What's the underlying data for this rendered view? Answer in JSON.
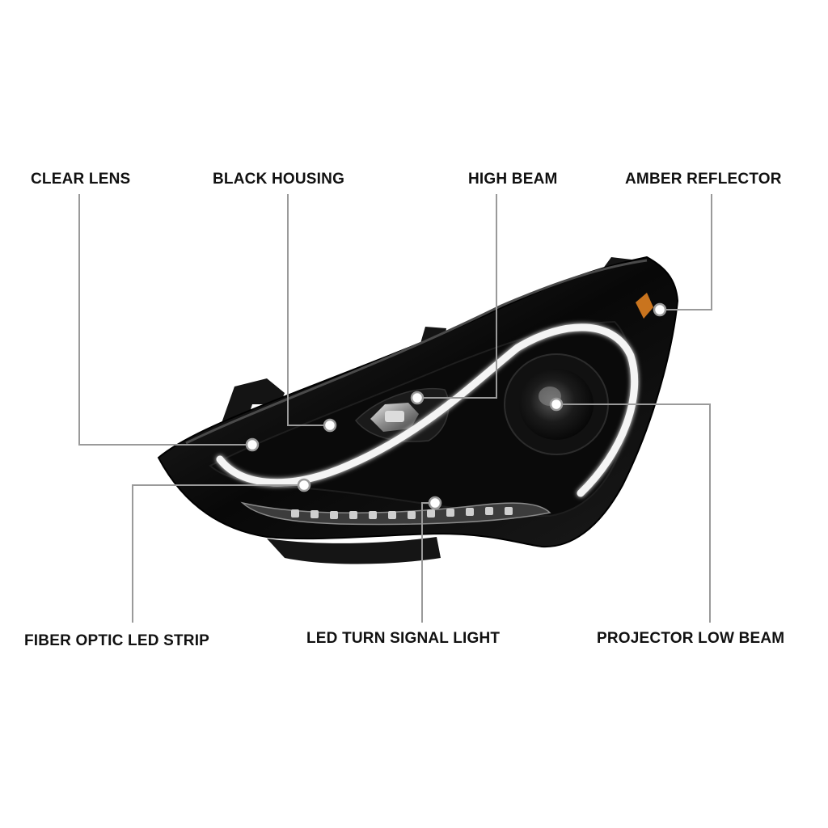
{
  "callouts": {
    "clear_lens": "CLEAR LENS",
    "black_housing": "BLACK HOUSING",
    "high_beam": "HIGH BEAM",
    "amber_reflector": "AMBER REFLECTOR",
    "fiber_optic_led_strip": "FIBER OPTIC LED STRIP",
    "led_turn_signal_light": "LED TURN SIGNAL LIGHT",
    "projector_low_beam": "PROJECTOR LOW BEAM"
  },
  "colors": {
    "leader_line": "#9a9a9a",
    "housing": "#0c0c0c",
    "amber": "#c9741e",
    "led_glow": "#f4f4f4"
  }
}
